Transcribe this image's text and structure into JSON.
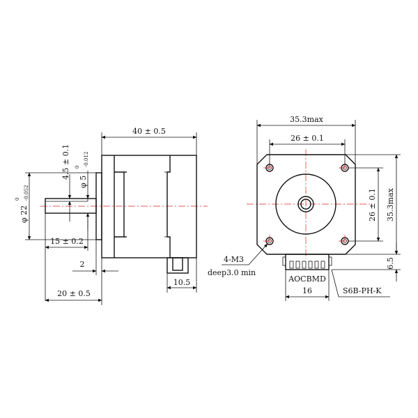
{
  "side_view": {
    "body_length": "40 ± 0.5",
    "boss_length": "2",
    "flat_length": "15 ± 0.2",
    "shaft_length": "20 ± 0.5",
    "connector_width": "10.5",
    "shaft_diameter": {
      "main": "φ 5",
      "upper": "0",
      "lower": "-0.012"
    },
    "flat_depth": "4.5 ± 0.1",
    "boss_diameter": {
      "main": "φ 22",
      "upper": "0",
      "lower": "-0.052"
    }
  },
  "front_view": {
    "overall_width": "35.3max",
    "hole_spacing_horizontal": "26 ± 0.1",
    "hole_spacing_vertical": "26 ± 0.1",
    "overall_height": "35.3max",
    "connector_offset": "6.5",
    "mounting_holes": [
      "4-M3",
      "deep3.0 min"
    ],
    "pin_labels": "AOCBMD",
    "connector_pitch": "16",
    "connector_type": "S6B-PH-K"
  },
  "colors": {
    "line": "#111111",
    "centerline": "#dd2222",
    "background": "#ffffff"
  }
}
